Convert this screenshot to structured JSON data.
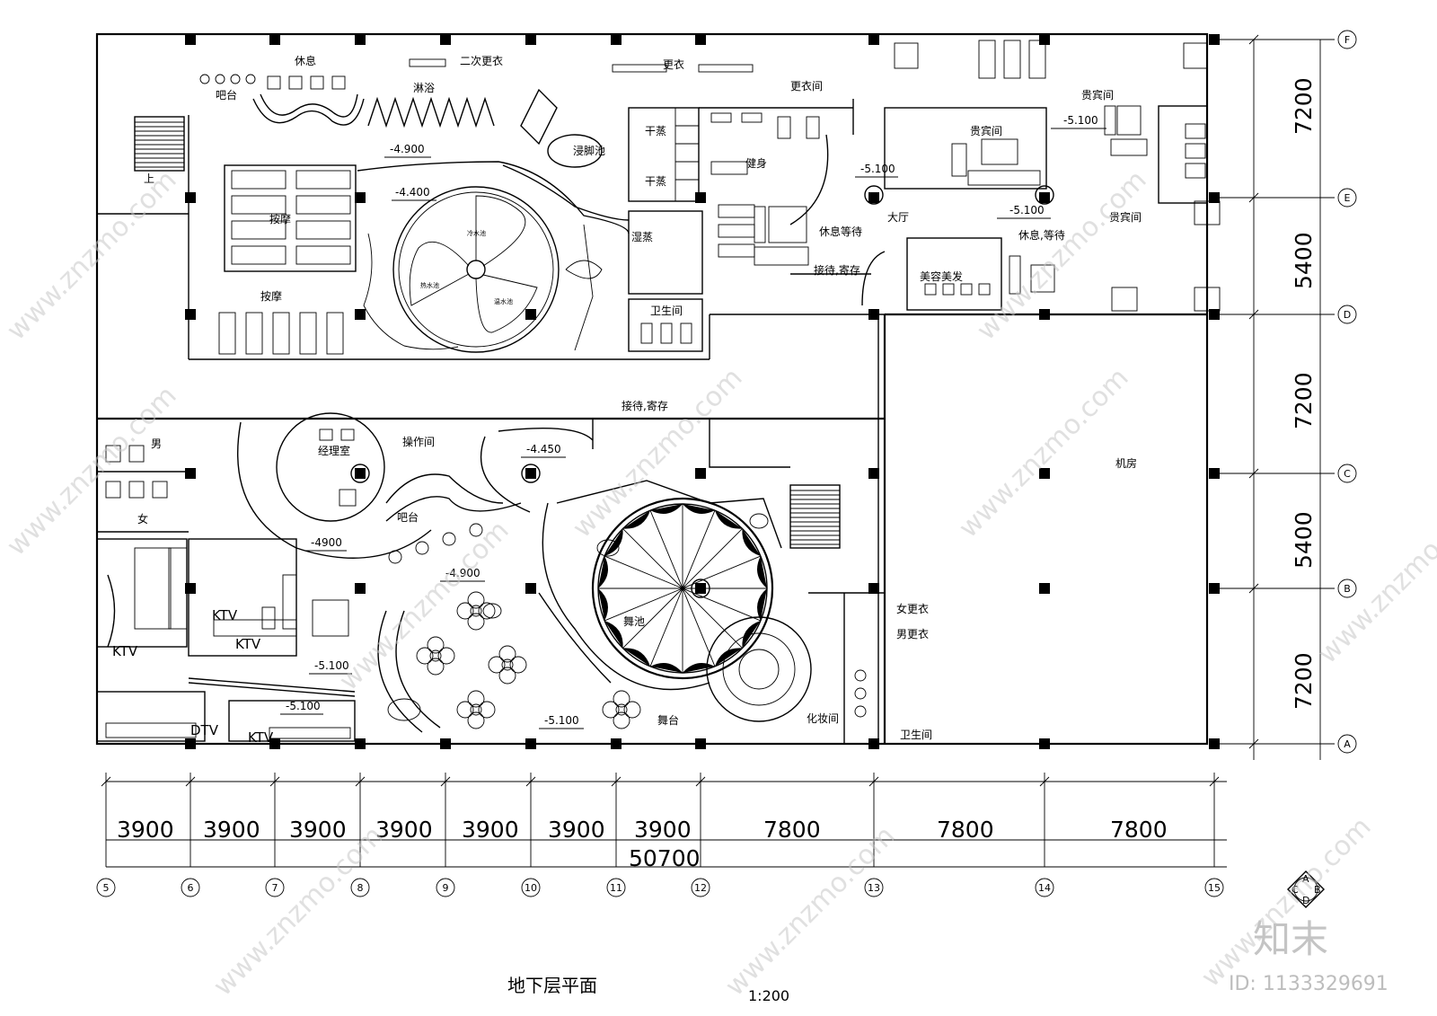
{
  "drawing": {
    "title": "地下层平面",
    "scale": "1:200",
    "watermark": "www.znzmo.com",
    "brand": "知末",
    "id_label": "ID: 1133329691"
  },
  "room_labels": {
    "xiuxi": "休息",
    "bataitop": "吧台",
    "ercigengyi": "二次更衣",
    "linyu": "淋浴",
    "gengyi": "更衣",
    "gengyijian": "更衣间",
    "jinjiaochi": "浸脚池",
    "ganzheng1": "干蒸",
    "ganzheng2": "干蒸",
    "jianshen": "健身",
    "shizheng": "湿蒸",
    "weishengjian_top": "卫生间",
    "anmo1": "按摩",
    "anmo2": "按摩",
    "shang": "上",
    "xiuxidengdai1": "休息等待",
    "jiedaijicun1": "接待,寄存",
    "dating": "大厅",
    "guibinjian1": "贵宾间",
    "guibinjian2": "贵宾间",
    "guibinjian3": "贵宾间",
    "xiuxidengdai2": "休息,等待",
    "meirongmeifa": "美容美发",
    "jiedaijicun2": "接待,寄存",
    "nan": "男",
    "nv": "女",
    "jinglishi": "经理室",
    "caozuojian": "操作间",
    "batai2": "吧台",
    "jifang": "机房",
    "ktv1": "KTV",
    "ktv2": "KTV",
    "ktv3": "KTV",
    "ktv4": "KTV",
    "dtv": "DTV",
    "wuchi": "舞池",
    "wutai": "舞台",
    "huazhuangjian": "化妆间",
    "nvgengyi": "女更衣",
    "nangengyi": "男更衣",
    "weishengjian_bottom": "卫生间",
    "lengshuichi": "冷水池",
    "reshuichi": "热水池",
    "wenshuichi": "温水池"
  },
  "levels": {
    "l1": "-4.900",
    "l2": "-4.400",
    "l3": "-5.100",
    "l4": "-5.100",
    "l5": "-5.100",
    "l6": "-4.450",
    "l7": "-4900",
    "l8": "-4.900",
    "l9": "-5.100",
    "l10": "-5.100",
    "l11": "-5.100"
  },
  "dimensions": {
    "bays": [
      "3900",
      "3900",
      "3900",
      "3900",
      "3900",
      "3900",
      "3900",
      "7800",
      "7800",
      "7800"
    ],
    "total": "50700",
    "rows": [
      "7200",
      "5400",
      "7200",
      "5400",
      "7200"
    ]
  },
  "grid_axes": {
    "columns": [
      "5",
      "6",
      "7",
      "8",
      "9",
      "10",
      "11",
      "12",
      "13",
      "14",
      "15"
    ],
    "rows": [
      "F",
      "E",
      "D",
      "C",
      "B",
      "A"
    ]
  },
  "compass": [
    "A",
    "B",
    "C",
    "D"
  ]
}
